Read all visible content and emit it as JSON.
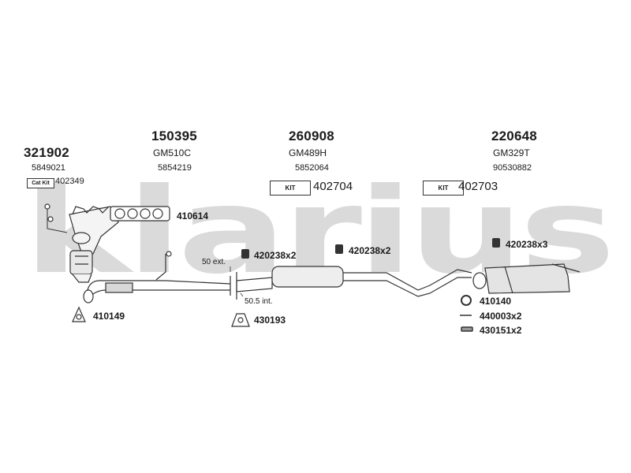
{
  "watermark": "klarius",
  "columns": [
    {
      "part": "321902",
      "oe": "5849021",
      "kit_label": "Cat Kit",
      "kit_value": "402349"
    },
    {
      "part": "150395",
      "code": "GM510C",
      "oe": "5854219"
    },
    {
      "part": "260908",
      "code": "GM489H",
      "oe": "5852064",
      "kit_label": "KIT",
      "kit_value": "402704"
    },
    {
      "part": "220648",
      "code": "GM329T",
      "oe": "90530882",
      "kit_label": "KIT",
      "kit_value": "402703"
    }
  ],
  "accessories": {
    "gasket_manifold": "410614",
    "flange_gasket": "410149",
    "clamp_1": "420238x2",
    "clamp_2": "420238x2",
    "clamp_3": "420238x3",
    "mount": "430193",
    "ring_rear": "410140",
    "bolt_rear": "440003x2",
    "rubber_rear": "430151x2"
  },
  "notes": {
    "ext": "50 ext.",
    "int": "50.5 int."
  }
}
